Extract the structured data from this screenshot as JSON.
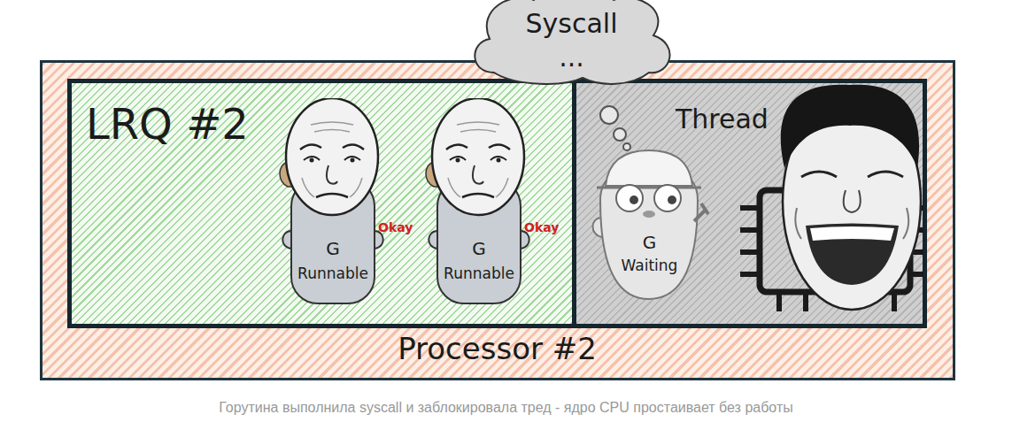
{
  "diagram": {
    "caption": "Горутина выполнила syscall и заблокировала тред - ядро CPU простаивает без работы",
    "nodes": [
      {
        "text": [
          "Processor #2"
        ]
      },
      {
        "text": [
          "LRQ #2"
        ],
        "in": 0
      },
      {
        "text": [
          "G",
          "Runnable"
        ],
        "in": 1
      },
      {
        "text": [
          "G",
          "Runnable"
        ],
        "in": 1
      },
      {
        "text": [
          "Thread"
        ],
        "in": 0
      },
      {
        "text": [
          "G",
          "Waiting"
        ],
        "in": 4
      },
      {
        "text": [
          "Syscall ..."
        ]
      }
    ],
    "labels": [
      "Okay",
      "Okay"
    ]
  }
}
